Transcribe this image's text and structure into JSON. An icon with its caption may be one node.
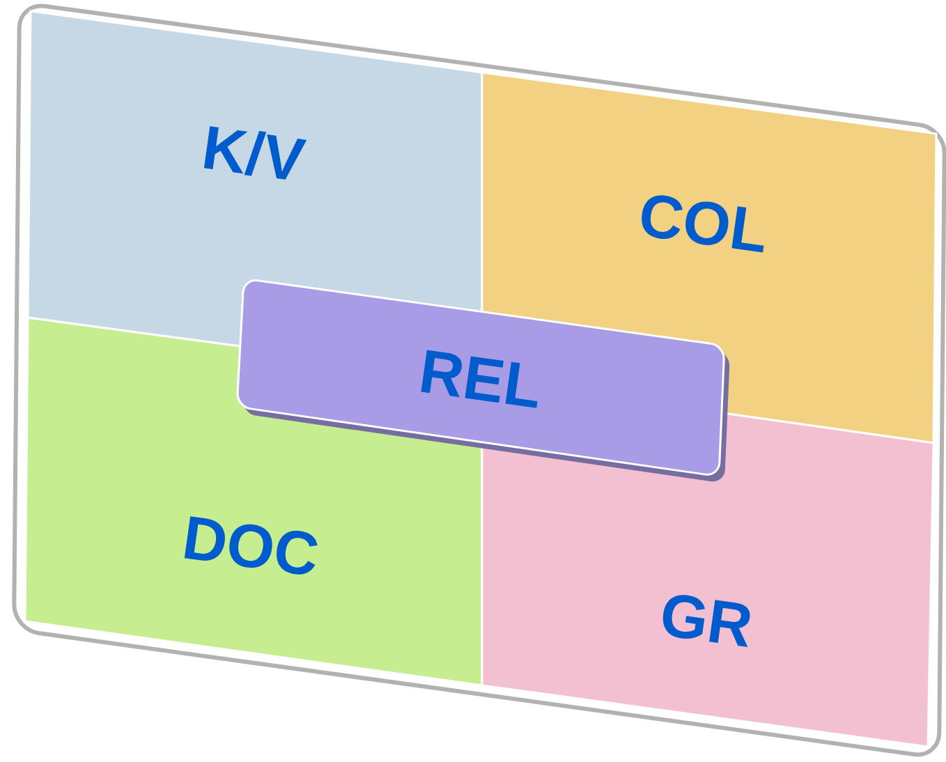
{
  "diagram": {
    "nodes": [
      {
        "text": [
          "K/V"
        ]
      },
      {
        "text": [
          "COL"
        ]
      },
      {
        "text": [
          "REL"
        ]
      },
      {
        "text": [
          "DOC"
        ]
      },
      {
        "text": [
          "GR"
        ]
      }
    ]
  }
}
